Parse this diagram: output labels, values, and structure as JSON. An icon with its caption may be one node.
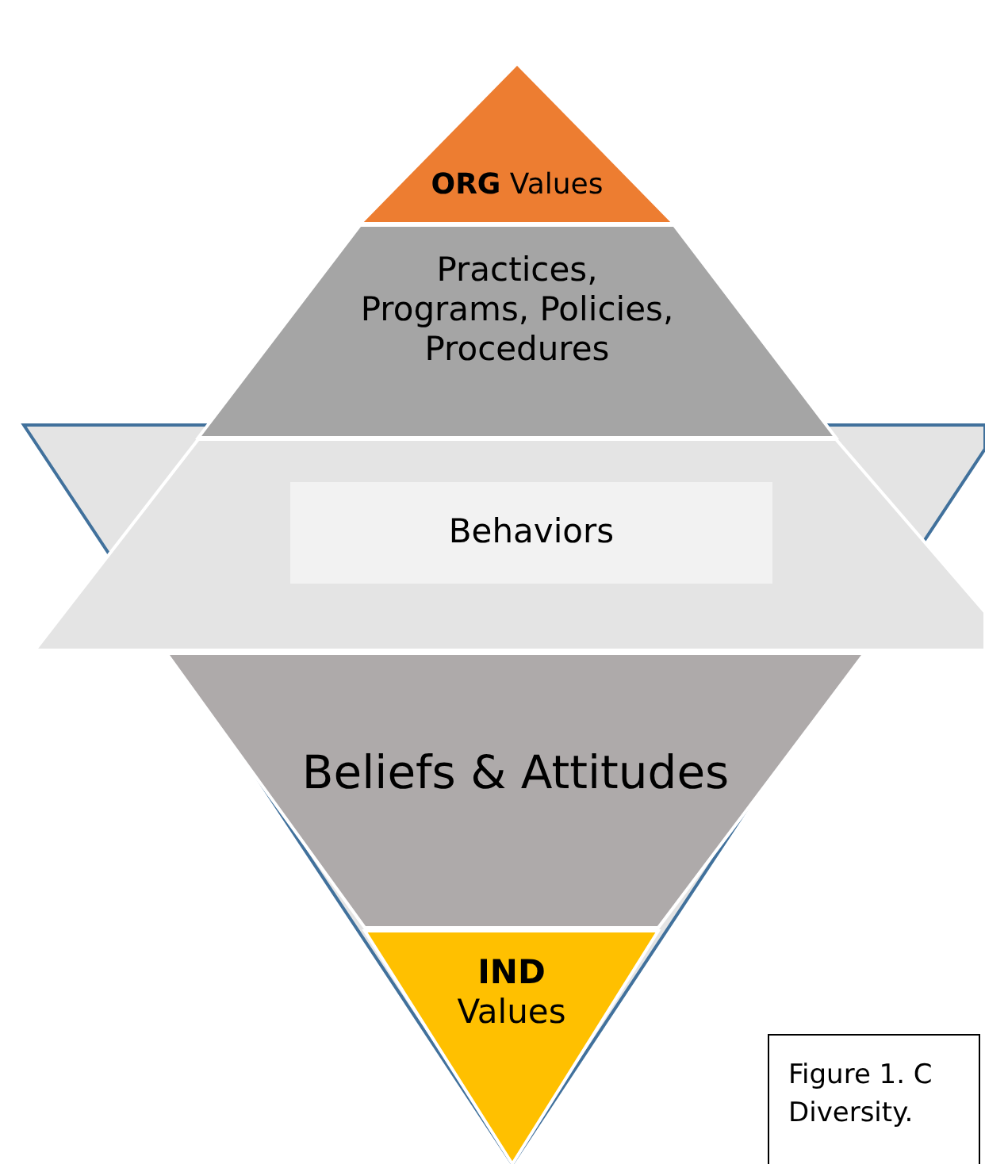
{
  "diagram": {
    "caption": "Figure 1. C Diversity.",
    "nodes": [
      {
        "text": [
          "**ORG** Values"
        ]
      },
      {
        "text": [
          "Practices, Programs, Policies, Procedures"
        ]
      },
      {
        "text": [
          "Behaviors"
        ]
      },
      {
        "text": [
          "Beliefs & Attitudes"
        ]
      },
      {
        "text": [
          "**IND** Values"
        ]
      }
    ],
    "edges": []
  }
}
